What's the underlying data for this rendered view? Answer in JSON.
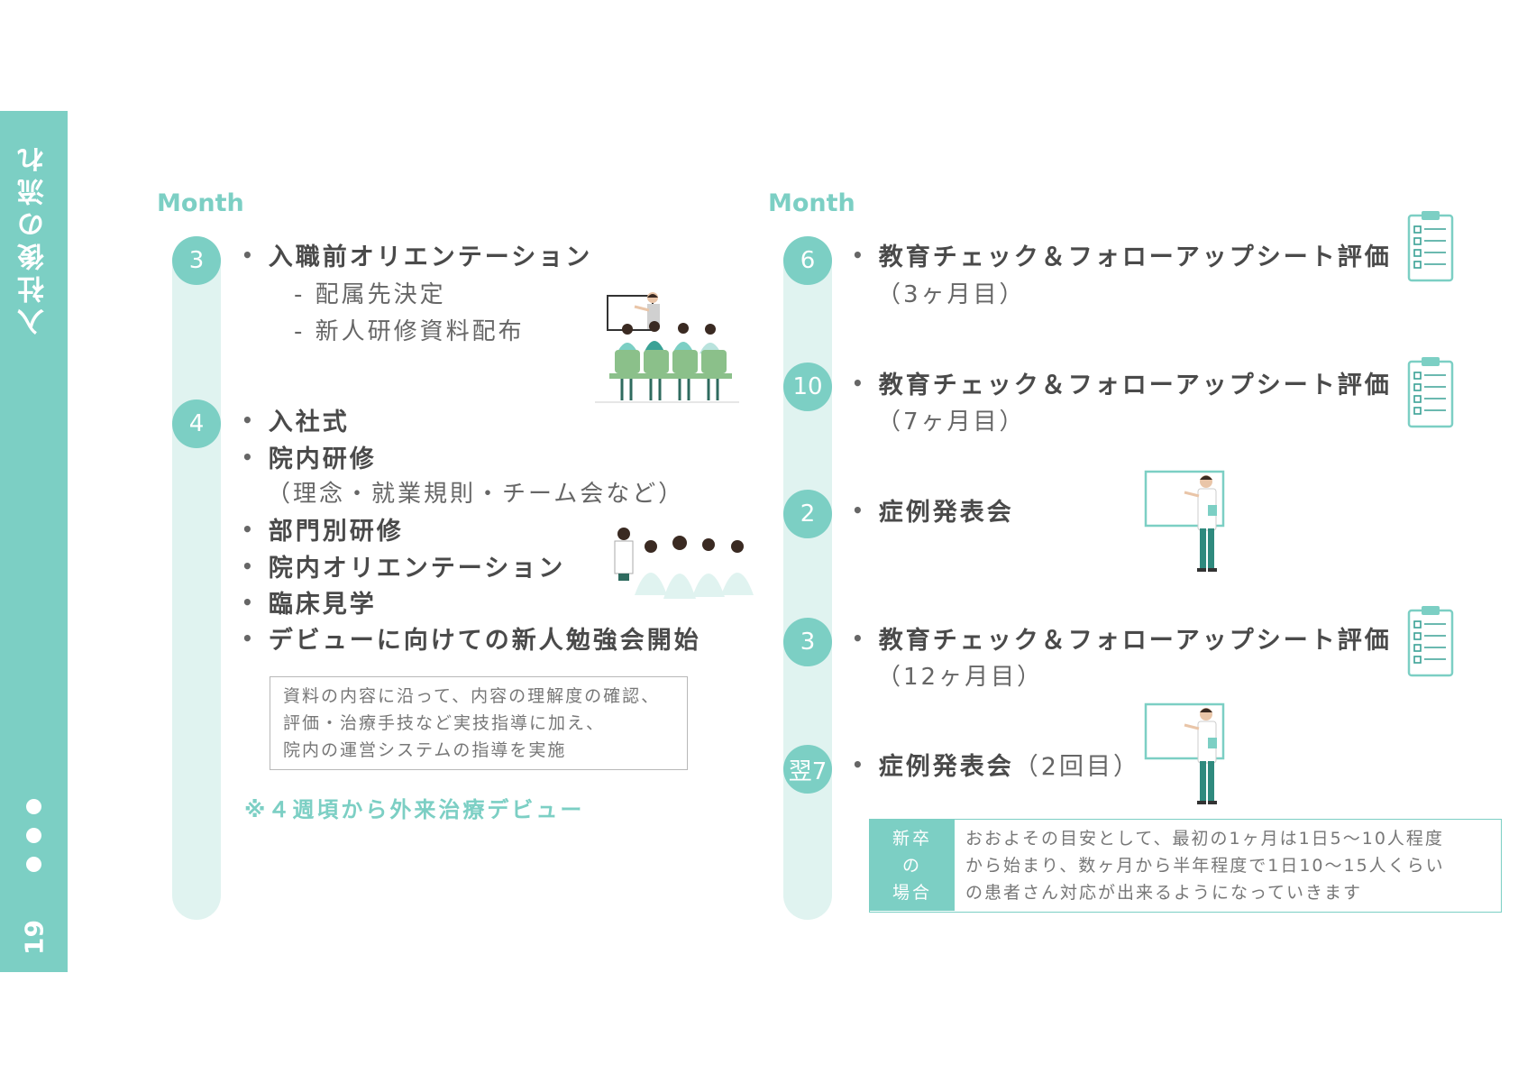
{
  "sidebar": {
    "title": "入社後の流れ",
    "page_number": "19"
  },
  "left": {
    "month_header": "Month",
    "months": [
      {
        "value": "3"
      },
      {
        "value": "4"
      }
    ],
    "items_m3": [
      "入職前オリエンテーション"
    ],
    "subs_m3": [
      "- 配属先決定",
      "- 新人研修資料配布"
    ],
    "items_m4": [
      "入社式",
      "院内研修",
      "部門別研修",
      "院内オリエンテーション",
      "臨床見学",
      "デビューに向けての新人勉強会開始"
    ],
    "sub_m4": "（理念・就業規則・チーム会など）",
    "note_lines": [
      "資料の内容に沿って、内容の理解度の確認、",
      "評価・治療手技など実技指導に加え、",
      "院内の運営システムの指導を実施"
    ],
    "debut": "※４週頃から外来治療デビュー"
  },
  "right": {
    "month_header": "Month",
    "entries": [
      {
        "month": "6",
        "title": "教育チェック＆フォローアップシート評価",
        "sub": "（3ヶ月目）"
      },
      {
        "month": "10",
        "title": "教育チェック＆フォローアップシート評価",
        "sub": "（7ヶ月目）"
      },
      {
        "month": "2",
        "title": "症例発表会",
        "sub": ""
      },
      {
        "month": "3",
        "title": "教育チェック＆フォローアップシート評価",
        "sub": "（12ヶ月目）"
      },
      {
        "month": "翌7",
        "title": "症例発表会",
        "sub": "（2回目）"
      }
    ],
    "graduate": {
      "label_lines": [
        "新卒",
        "の",
        "場合"
      ],
      "text_lines": [
        "おおよその目安として、最初の1ヶ月は1日5〜10人程度",
        "から始まり、数ヶ月から半年程度で1日10〜15人くらい",
        "の患者さん対応が出来るようになっていきます"
      ]
    }
  },
  "colors": {
    "accent": "#7ccfc4",
    "track": "#e0f3f0",
    "text": "#4a4a4a"
  },
  "icons": [
    "clipboard-checklist-icon",
    "doctor-presenting-icon",
    "seminar-audience-icon",
    "staff-group-icon"
  ]
}
